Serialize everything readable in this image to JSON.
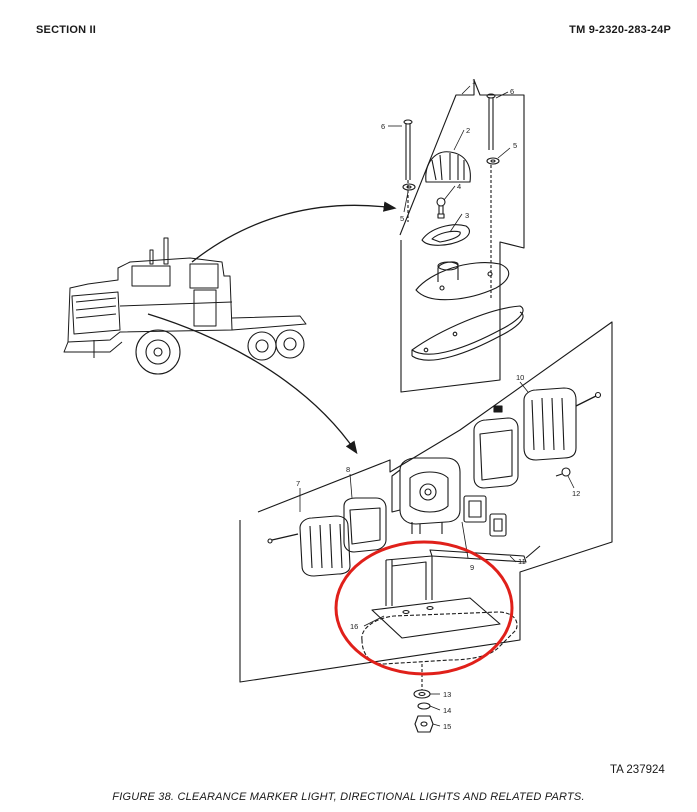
{
  "header": {
    "section": "SECTION II",
    "manual_number": "TM 9-2320-283-24P"
  },
  "callouts": [
    "1",
    "2",
    "3",
    "4",
    "5",
    "5",
    "6",
    "6",
    "7",
    "8",
    "9",
    "10",
    "11",
    "12",
    "13",
    "14",
    "15",
    "16"
  ],
  "figure_code": "TA 237924",
  "caption": "FIGURE 38.  CLEARANCE MARKER LIGHT, DIRECTIONAL LIGHTS AND  RELATED PARTS.",
  "colors": {
    "line": "#1a1a1a",
    "highlight_circle": "#e0201a"
  }
}
